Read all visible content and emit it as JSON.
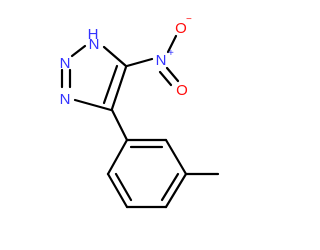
{
  "colors": {
    "background": "#ffffff",
    "bond": "#000000",
    "nitrogen": "#3333ff",
    "oxygen": "#ff0d0d"
  },
  "labels": {
    "nh": "H",
    "n1": "N",
    "n2": "N",
    "n3": "N",
    "nitro_n": "N",
    "nitro_n_charge": "+",
    "nitro_o_top": "O",
    "nitro_o_top_charge": "−",
    "nitro_o_bottom": "O"
  }
}
